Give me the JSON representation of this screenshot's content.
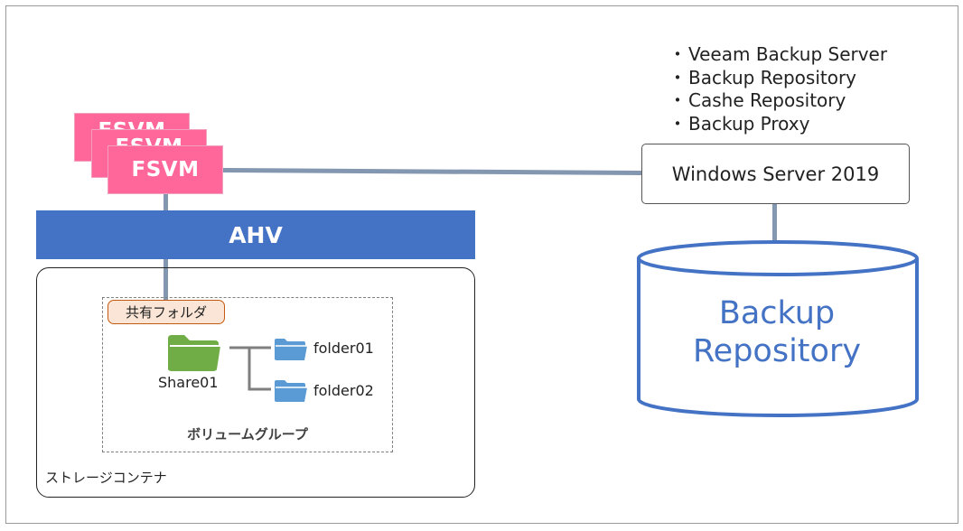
{
  "fsvm": {
    "label": "FSVM"
  },
  "ahv": {
    "label": "AHV"
  },
  "storage_container": {
    "label": "ストレージコンテナ"
  },
  "volume_group": {
    "label": "ボリュームグループ"
  },
  "shared_folder": {
    "badge": "共有フォルダ",
    "share_name": "Share01",
    "folders": [
      "folder01",
      "folder02"
    ]
  },
  "server": {
    "label": "Windows Server 2019",
    "roles": [
      "Veeam Backup Server",
      "Backup Repository",
      "Cashe Repository",
      "Backup Proxy"
    ]
  },
  "repository": {
    "line1": "Backup",
    "line2": "Repository"
  },
  "colors": {
    "fsvm": "#ff6699",
    "ahv": "#4472c4",
    "connector": "#8497b0",
    "share_folder_icon": "#70ad47",
    "sub_folder_icon": "#5b9bd5",
    "repository": "#4472c4",
    "badge_fill": "#fbe5d6",
    "badge_border": "#c55a11"
  }
}
